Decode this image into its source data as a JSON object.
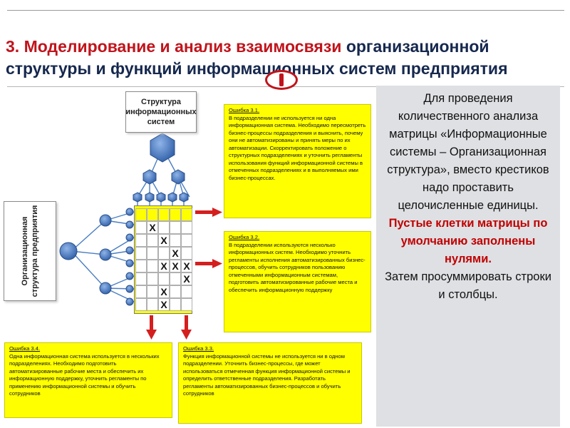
{
  "slide": {
    "title_line1_red": "3. Моделирование и анализ взаимосвязи ",
    "title_line1_rest": "организационной",
    "title_line2": "структуры и функций информационных систем предприятия"
  },
  "diagram": {
    "structure_label": "Структура информационных систем",
    "org_label": "Организационная структура предприятия",
    "matrix_mark": "X",
    "matrix_marks": [
      {
        "row": 1,
        "col": 1
      },
      {
        "row": 2,
        "col": 2
      },
      {
        "row": 3,
        "col": 3
      },
      {
        "row": 4,
        "col": 2
      },
      {
        "row": 4,
        "col": 3
      },
      {
        "row": 4,
        "col": 4
      },
      {
        "row": 5,
        "col": 4
      },
      {
        "row": 6,
        "col": 2
      },
      {
        "row": 7,
        "col": 2
      }
    ]
  },
  "notes": {
    "n31": {
      "title": "Ошибка 3.1.",
      "body": "В подразделении не используется ни одна информационная система. Необходимо пересмотреть бизнес-процессы подразделения и выяснить, почему они не автоматизированы и принять меры по их автоматизации. Скорректировать положение о структурных подразделениях и уточнить регламенты использования функций информационной системы в отмеченных подразделениях и в выполняемых ими бизнес-процессах."
    },
    "n32": {
      "title": "Ошибка 3.2.",
      "body": "В подразделении используются несколько информационных систем. Необходимо уточнить регламенты исполнения автоматизированных бизнес-процессов, обучить сотрудников пользованию отмеченными информационным системам, подготовить автоматизированные рабочие места и обеспечить информационную поддержку"
    },
    "n34": {
      "title": "Ошибка 3.4.",
      "body": "Одна информационная система используется в нескольких подразделениях. Необходимо подготовить автоматизированные рабочие места и обеспечить их информационную поддержку, уточнить регламенты по применению информационной системы и обучить сотрудников"
    },
    "n33": {
      "title": "Ошибка 3.3.",
      "body": "Функция информационной системы не используется ни в одном подразделении. Уточнить бизнес-процессы, где может использоваться отмеченная функция информационной системы и определить ответственные подразделения. Разработать регламенты автоматизированных бизнес-процессов и обучить сотрудников"
    }
  },
  "right_panel": {
    "para1": "Для проведения количественного анализа матрицы «Информационные системы – Организационная структура», вместо крестиков надо проставить целочисленные единицы.",
    "para2_red": "Пустые клетки матрицы по умолчанию заполнены нулями.",
    "para3": "Затем просуммировать строки и столбцы."
  },
  "colors": {
    "title_red": "#c0141c",
    "title_navy": "#16284e",
    "note_yellow": "#ffff00",
    "node_blue": "#4a7ec4",
    "arrow_red": "#d41f1f",
    "panel_gray": "#dfe0e3"
  }
}
